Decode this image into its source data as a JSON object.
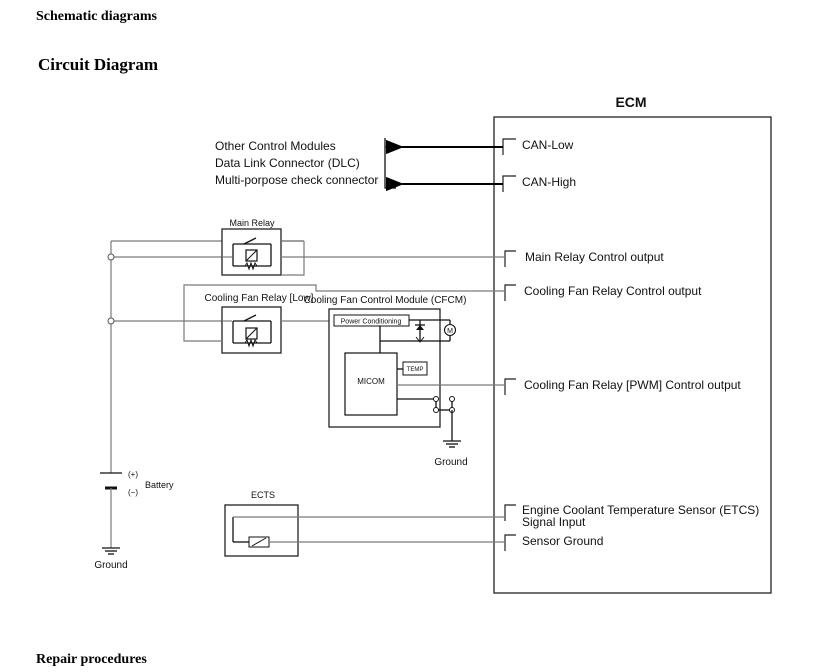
{
  "header": {
    "section": "Schematic diagrams",
    "title": "Circuit Diagram",
    "footer": "Repair procedures"
  },
  "diagram": {
    "ecm_title": "ECM",
    "network_labels": [
      "Other Control Modules",
      "Data Link Connector (DLC)",
      "Multi-porpose check connector"
    ],
    "ecm_pins": [
      "CAN-Low",
      "CAN-High",
      "Main Relay Control output",
      "Cooling Fan Relay Control output",
      "Cooling Fan Relay [PWM] Control output",
      "Engine Coolant Temperature Sensor (ETCS)",
      "Signal Input",
      "Sensor Ground"
    ],
    "main_relay": "Main Relay",
    "fan_relay": "Cooling Fan Relay [Low]",
    "cfcm_title": "Cooling Fan Control Module (CFCM)",
    "power_conditioning": "Power Conditioning",
    "micom": "MICOM",
    "temp": "TEMP",
    "motor": "M",
    "ground": "Ground",
    "battery": "Battery",
    "battery_plus": "(+)",
    "battery_minus": "(−)",
    "ects": "ECTS"
  }
}
